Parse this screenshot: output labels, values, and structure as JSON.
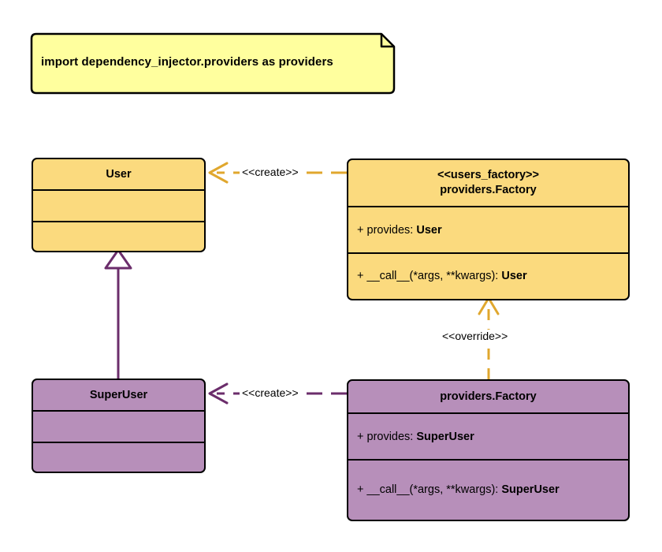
{
  "diagram": {
    "type": "uml-class-diagram",
    "background": "#ffffff",
    "palette": {
      "yellow_fill": "#fbda7e",
      "purple_fill": "#b78fba",
      "note_fill": "#ffff9e",
      "outline": "#000000",
      "yellow_edge": "#e0a72e",
      "purple_edge": "#6b2d6b"
    }
  },
  "note": {
    "text": "import dependency_injector.providers as providers"
  },
  "classes": {
    "user": {
      "title": "User",
      "attributes": [],
      "operations": []
    },
    "users_factory": {
      "stereotype": "<<users_factory>>",
      "title": "providers.Factory",
      "attributes": [
        {
          "visibility": "+",
          "name": "provides:",
          "type": "User"
        }
      ],
      "operations": [
        {
          "visibility": "+",
          "name": "__call__(*args, **kwargs):",
          "type": "User"
        }
      ]
    },
    "super_user": {
      "title": "SuperUser",
      "attributes": [],
      "operations": []
    },
    "super_user_factory": {
      "title": "providers.Factory",
      "attributes": [
        {
          "visibility": "+",
          "name": "provides:",
          "type": "SuperUser"
        }
      ],
      "operations": [
        {
          "visibility": "+",
          "name": "__call__(*args, **kwargs):",
          "type": "SuperUser"
        }
      ]
    }
  },
  "relations": {
    "create_user": {
      "label": "<<create>>",
      "style": "dashed",
      "arrow": "open",
      "color": "#e0a72e",
      "from": "users_factory",
      "to": "user"
    },
    "create_super_user": {
      "label": "<<create>>",
      "style": "dashed",
      "arrow": "open",
      "color": "#6b2d6b",
      "from": "super_user_factory",
      "to": "super_user"
    },
    "override": {
      "label": "<<override>>",
      "style": "dashed",
      "arrow": "open",
      "color": "#e0a72e",
      "from": "super_user_factory",
      "to": "users_factory"
    },
    "inheritance": {
      "label": "",
      "style": "solid",
      "arrow": "hollow-triangle",
      "color": "#6b2d6b",
      "from": "super_user",
      "to": "user"
    }
  }
}
